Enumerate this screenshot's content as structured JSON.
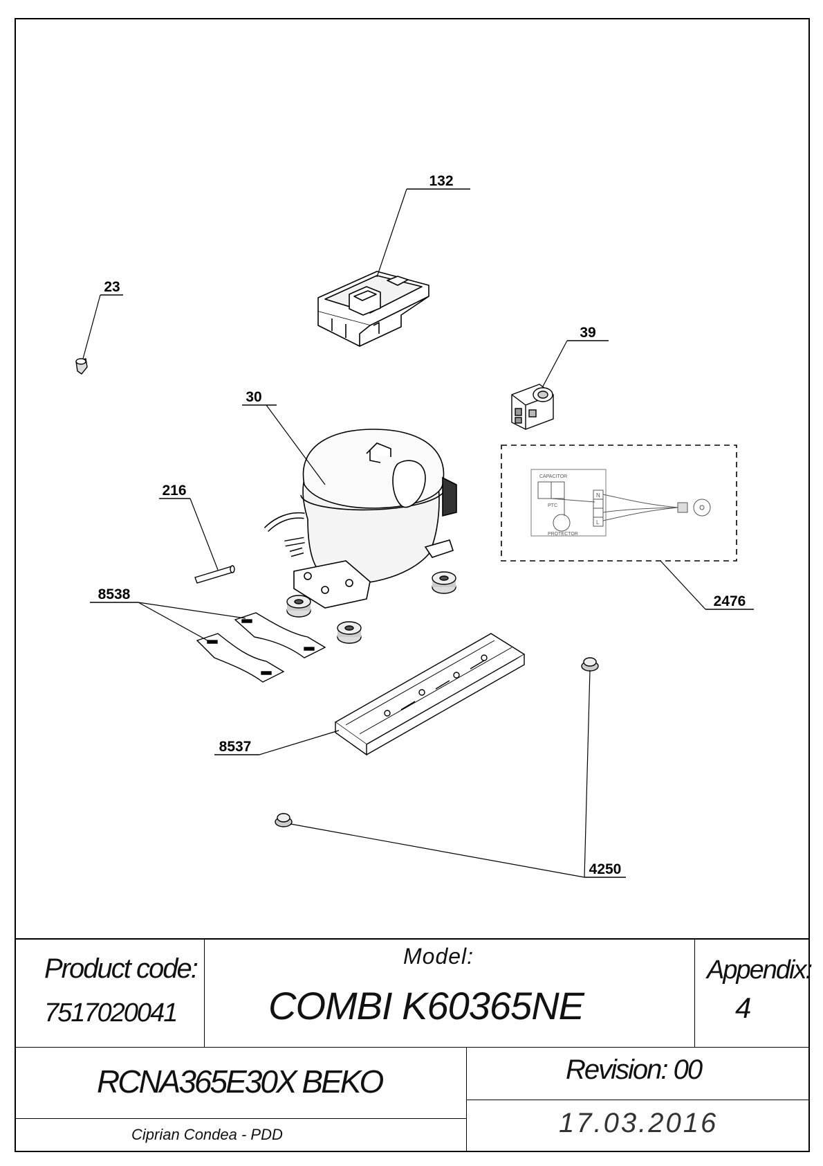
{
  "callouts": {
    "c132": "132",
    "c23": "23",
    "c39": "39",
    "c30": "30",
    "c216": "216",
    "c8538": "8538",
    "c2476": "2476",
    "c8537": "8537",
    "c4250": "4250"
  },
  "wiring": {
    "capacitor": "CAPACITOR",
    "ptc": "PTC",
    "protector": "PROTECTOR",
    "n": "N",
    "l": "L"
  },
  "title_block": {
    "product_code_label": "Product code:",
    "product_code": "7517020041",
    "model_label": "Model:",
    "model": "COMBI K60365NE",
    "appendix_label": "Appendix:",
    "appendix": "4",
    "product_name": "RCNA365E30X BEKO",
    "author": "Ciprian Condea - PDD",
    "revision": "Revision: 00",
    "date": "17.03.2016"
  }
}
